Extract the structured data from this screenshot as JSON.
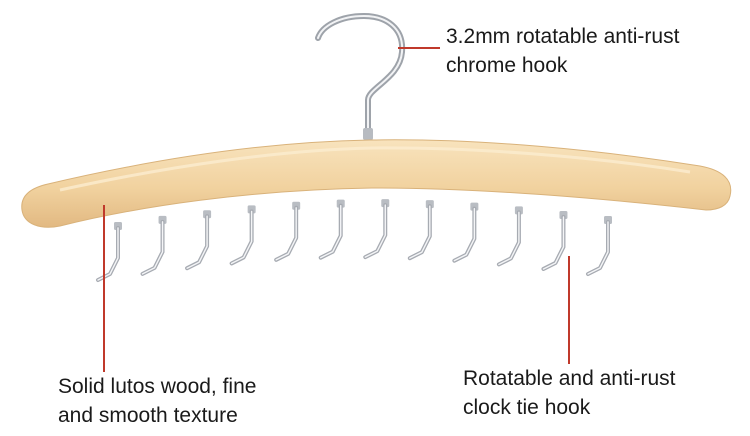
{
  "annotations": {
    "hook": {
      "line1": "3.2mm rotatable anti-rust",
      "line2": "chrome hook"
    },
    "wood": {
      "line1": "Solid lutos wood, fine",
      "line2": "and smooth texture"
    },
    "tie_hook": {
      "line1": "Rotatable and anti-rust",
      "line2": "clock tie hook"
    }
  },
  "colors": {
    "wood_light": "#f6dcb0",
    "wood_dark": "#e3bd87",
    "chrome": "#c9ccd1",
    "leader_line": "#c0392b"
  },
  "tie_hook_count": 12
}
